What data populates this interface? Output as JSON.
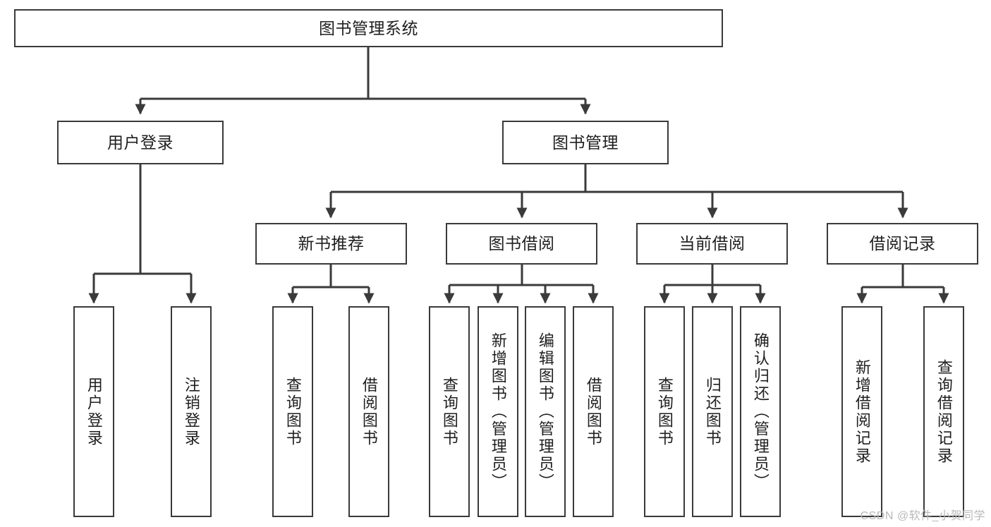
{
  "diagram": {
    "title": "图书管理系统",
    "type": "tree",
    "style": {
      "box_border_color": "#3a3a3a",
      "box_fill": "#ffffff",
      "connector_color": "#3a3a3a",
      "text_color": "#1f1f1f"
    },
    "root": {
      "label": "图书管理系统"
    },
    "level2": [
      {
        "label": "用户登录"
      },
      {
        "label": "图书管理"
      }
    ],
    "level3": [
      {
        "label": "新书推荐"
      },
      {
        "label": "图书借阅"
      },
      {
        "label": "当前借阅"
      },
      {
        "label": "借阅记录"
      }
    ],
    "leaves": {
      "user_login": [
        {
          "label": "用户登录"
        },
        {
          "label": "注销登录"
        }
      ],
      "new_book": [
        {
          "label": "查询图书"
        },
        {
          "label": "借阅图书"
        }
      ],
      "borrow_book": [
        {
          "label": "查询图书"
        },
        {
          "label": "新增图书（管理员）"
        },
        {
          "label": "编辑图书（管理员）"
        },
        {
          "label": "借阅图书"
        }
      ],
      "current_borrow": [
        {
          "label": "查询图书"
        },
        {
          "label": "归还图书"
        },
        {
          "label": "确认归还（管理员）"
        }
      ],
      "borrow_record": [
        {
          "label": "新增借阅记录"
        },
        {
          "label": "查询借阅记录"
        }
      ]
    }
  },
  "watermark": {
    "text": "CSDN @软件_小贺同学"
  }
}
